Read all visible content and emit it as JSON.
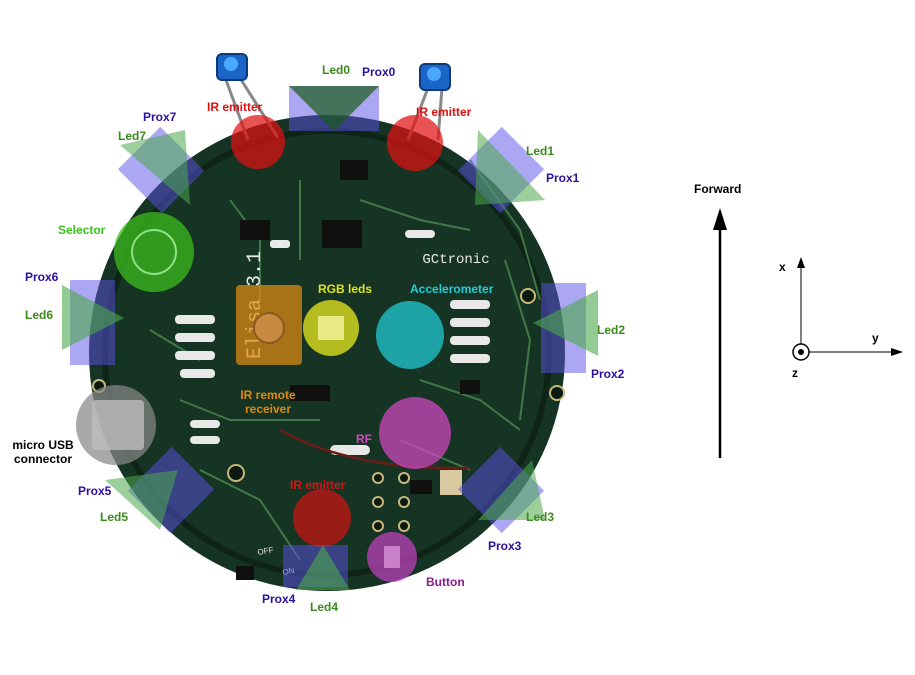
{
  "colors": {
    "prox": "#2b0f9e",
    "led": "#3b8a1e",
    "ir": "#e01010",
    "selector": "#3cc21c",
    "rgb": "#e3e31e",
    "accel": "#20cfd8",
    "rf": "#d246c4",
    "button": "#8a1d8a",
    "ir_remote": "#e08a10",
    "usb": "#000000",
    "pcb": "#163424"
  },
  "robot": {
    "board_text": "Elisa 3.1",
    "brand_text": "GCtronic",
    "off_text": "OFF",
    "on_text": "ON"
  },
  "labels": {
    "prox0": "Prox0",
    "prox1": "Prox1",
    "prox2": "Prox2",
    "prox3": "Prox3",
    "prox4": "Prox4",
    "prox5": "Prox5",
    "prox6": "Prox6",
    "prox7": "Prox7",
    "led0": "Led0",
    "led1": "Led1",
    "led2": "Led2",
    "led3": "Led3",
    "led4": "Led4",
    "led5": "Led5",
    "led6": "Led6",
    "led7": "Led7",
    "ir_emitter_left": "IR emitter",
    "ir_emitter_right": "IR emitter",
    "ir_emitter_bottom": "IR emitter",
    "selector": "Selector",
    "rgb_leds": "RGB leds",
    "accelerometer": "Accelerometer",
    "ir_remote_receiver": "IR remote receiver",
    "rf": "RF",
    "button": "Button",
    "micro_usb_connector": "micro USB connector"
  },
  "axes": {
    "forward": "Forward",
    "x": "x",
    "y": "y",
    "z": "z"
  }
}
